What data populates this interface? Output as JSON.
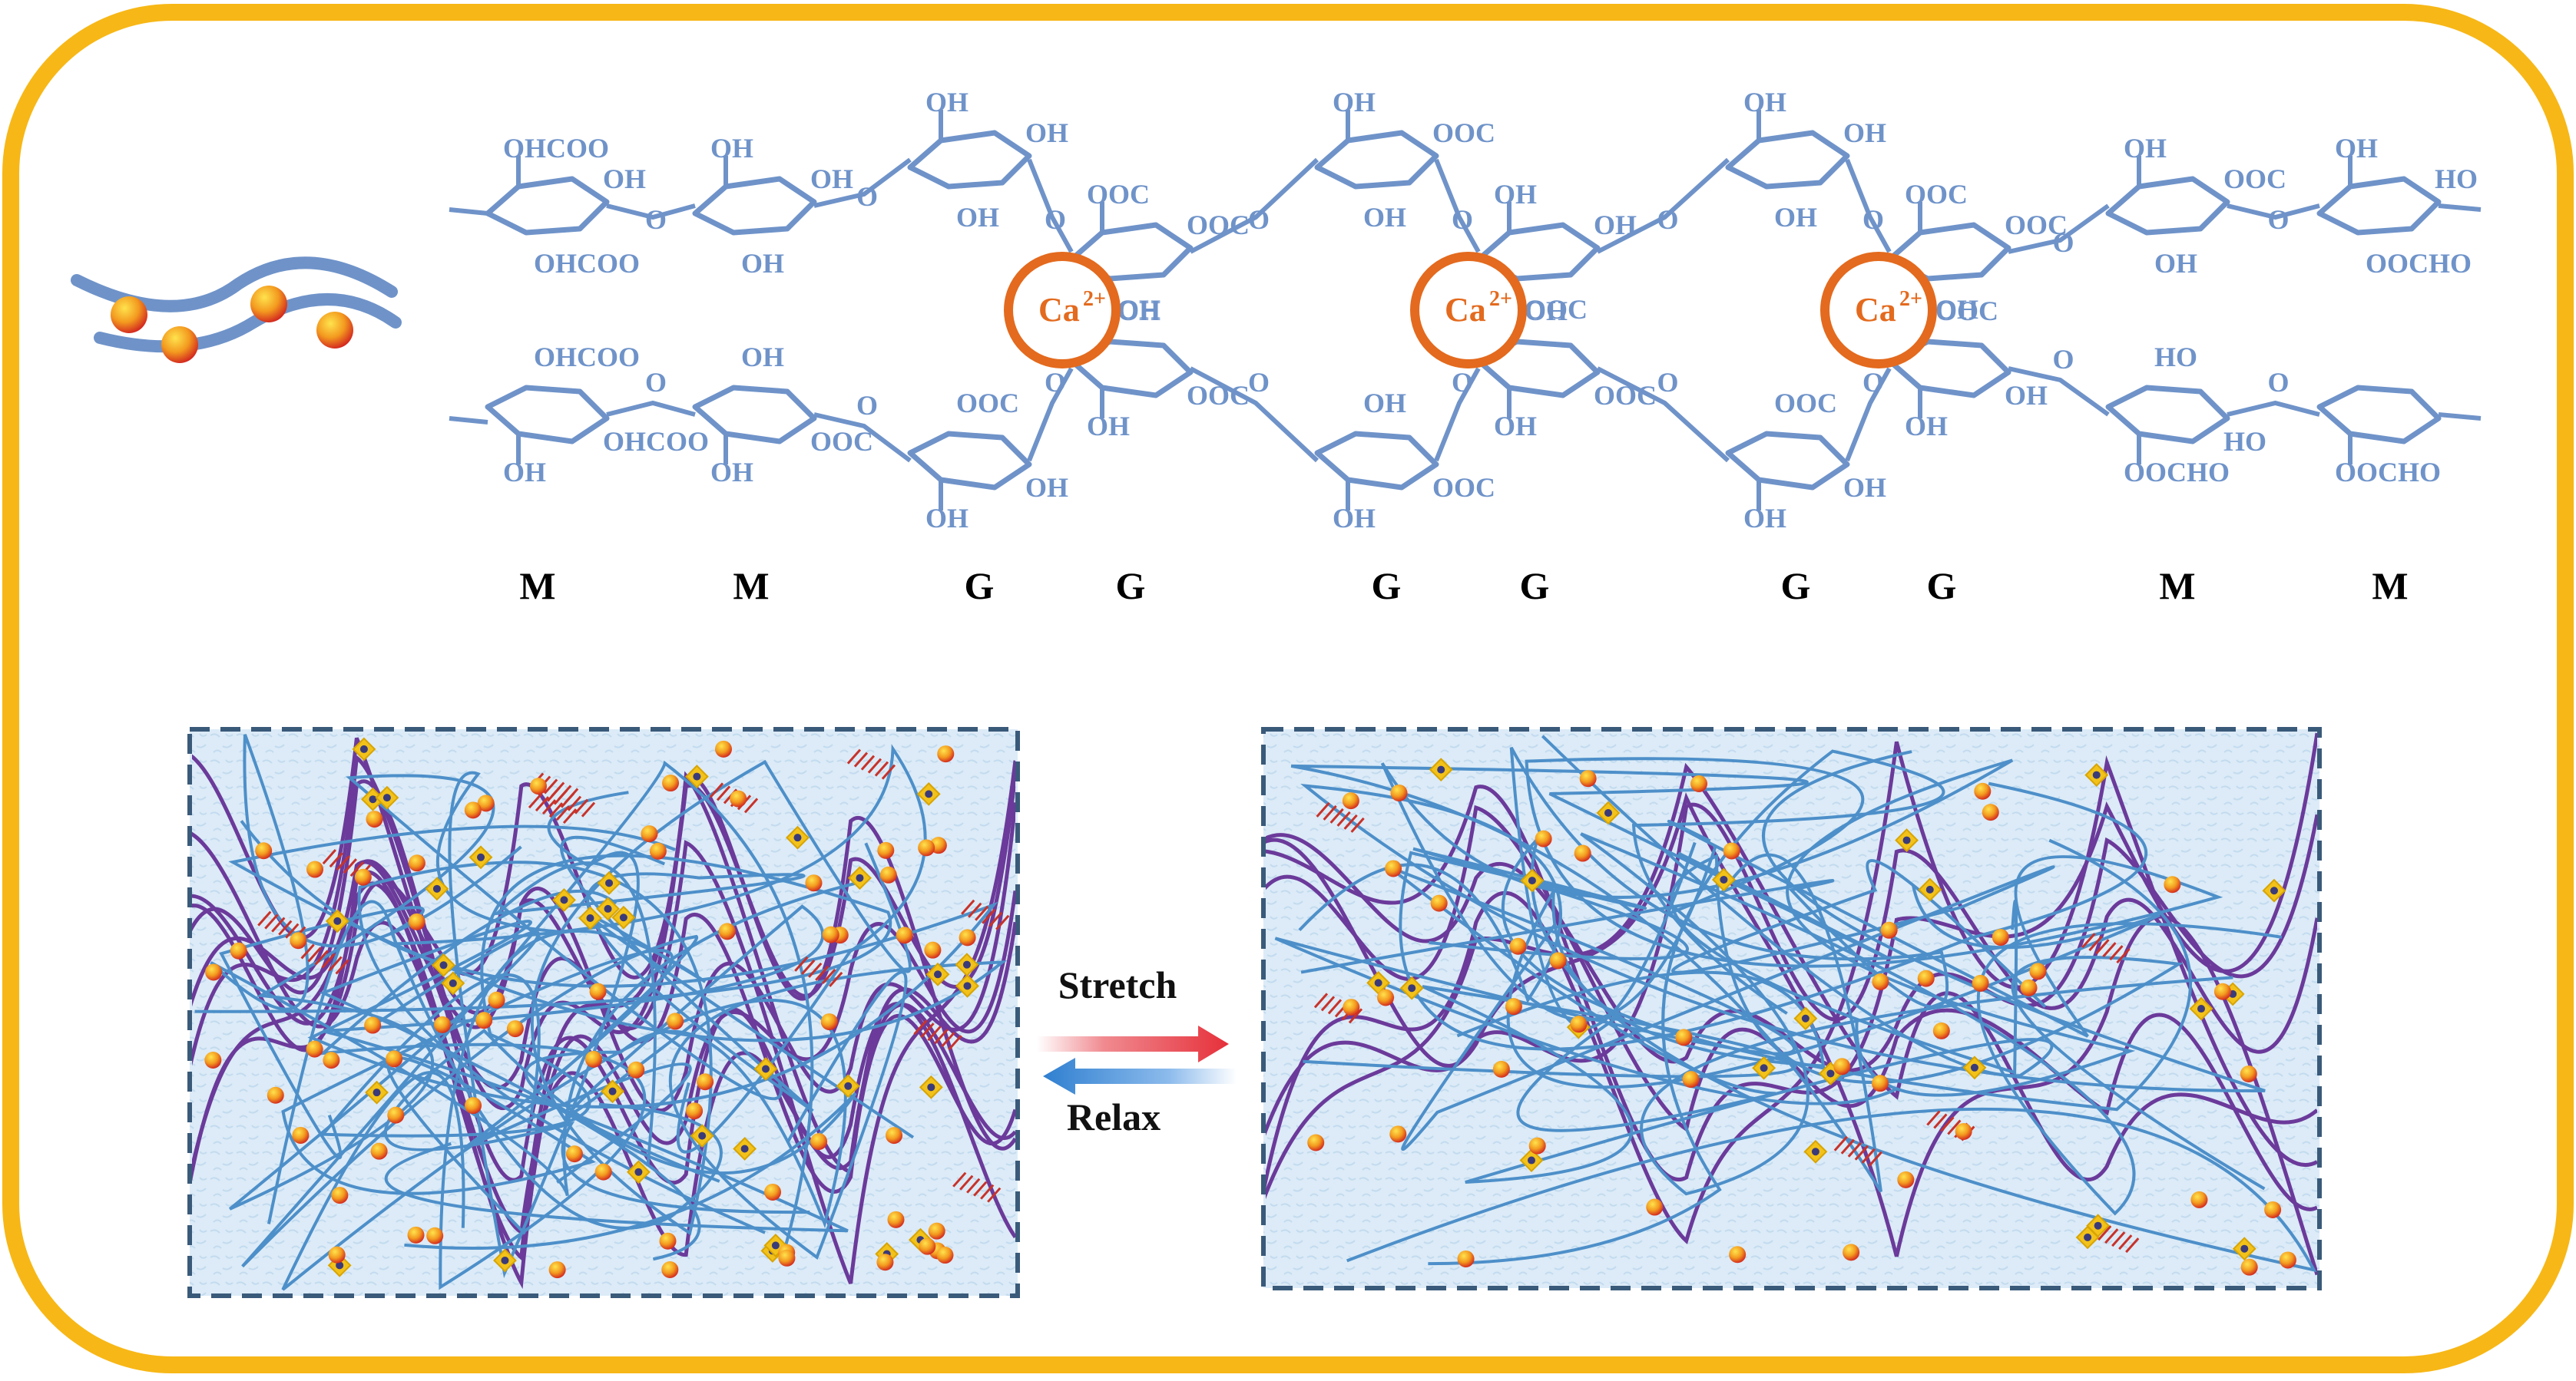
{
  "colors": {
    "frame": "#f7b716",
    "chain_blue": "#6f93c9",
    "calcium_orange": "#e36a1e",
    "panel_fill": "#dbeaf6",
    "panel_border": "#3a5a7a",
    "strand_blue": "#4d8fc9",
    "strand_purple": "#6b3a9a",
    "hbond_red": "#c8322a",
    "stretch_arrow": "#e6303a",
    "relax_arrow": "#2f7fd0"
  },
  "top": {
    "units": [
      "M",
      "M",
      "G",
      "G",
      "G",
      "G",
      "G",
      "G",
      "M",
      "M"
    ],
    "calcium_label": "Ca",
    "calcium_charge": "2+",
    "upper_chain_labels": [
      "OHCOO",
      "OH",
      "OHCOO",
      "OH",
      "OH",
      "OH",
      "OH",
      "OH",
      "OH",
      "OOC",
      "OOC",
      "OH",
      "OH",
      "OOC",
      "OH",
      "OH",
      "OH",
      "OOC",
      "OH",
      "OH",
      "OH",
      "OOC",
      "OOC",
      "OH",
      "OH",
      "OOC",
      "OH",
      "OH",
      "HO",
      "OOCHO",
      "OOCHO",
      "HO",
      "OOCHO"
    ],
    "lower_chain_labels": [
      "OH",
      "OHCOO",
      "OHCOO",
      "OH",
      "OOC",
      "OH",
      "OH",
      "OH",
      "OOC",
      "OH",
      "OOC",
      "OH",
      "OH",
      "OOC",
      "OH",
      "OH",
      "OOC",
      "OH",
      "OH",
      "OH",
      "OOC",
      "OH",
      "OH",
      "OOC",
      "OOCHO",
      "HO",
      "HO",
      "OOCHO"
    ]
  },
  "icon": {
    "name": "alginate-egg-box-icon"
  },
  "bottom": {
    "stretch_label": "Stretch",
    "relax_label": "Relax"
  }
}
